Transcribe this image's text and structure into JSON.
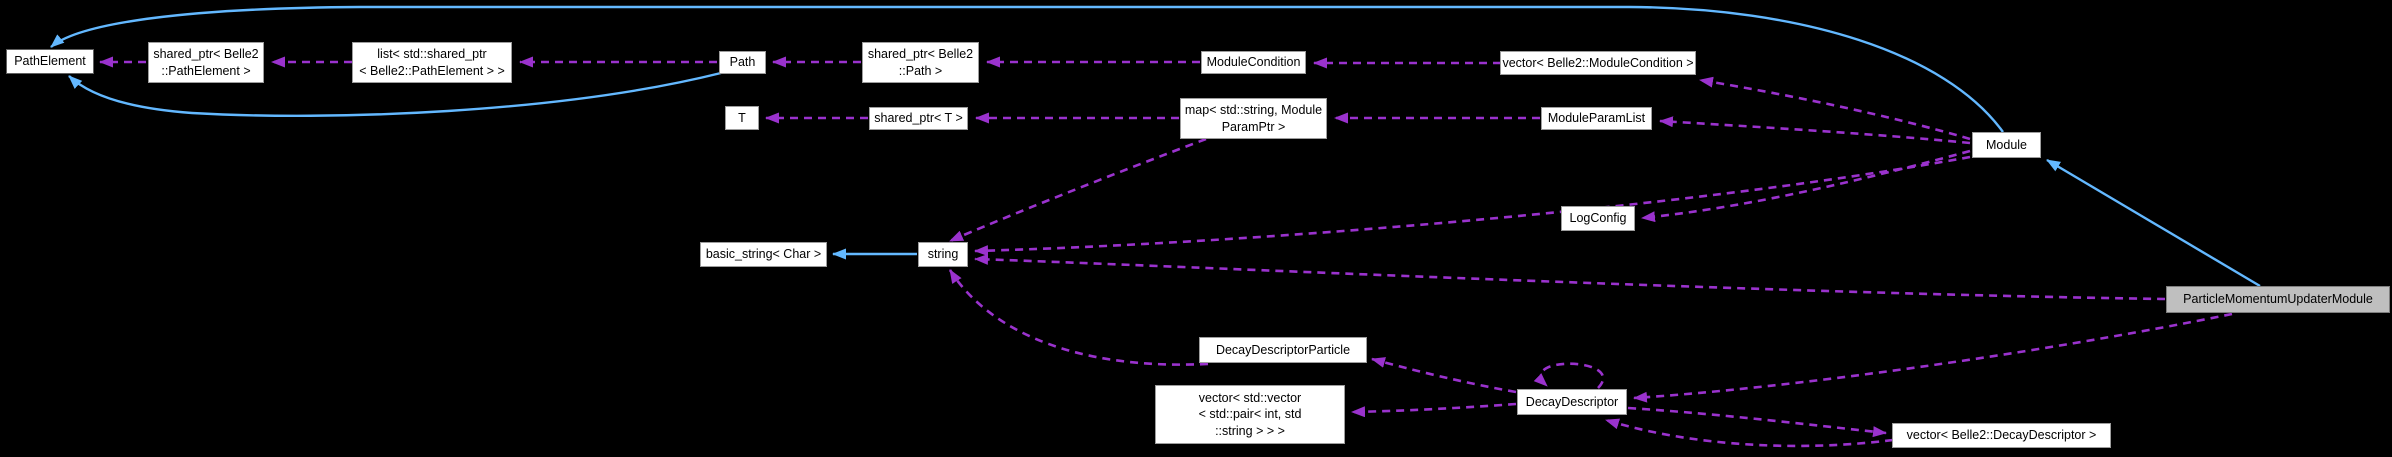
{
  "diagram": {
    "type": "doxygen-collaboration-graph",
    "highlighted_node": "ParticleMomentumUpdaterModule",
    "colors": {
      "background": "#000000",
      "inheritance_edge": "#63b8ff",
      "usage_edge": "#9a32cd",
      "node_fill": "#ffffff",
      "node_border": "#9d9d9d",
      "highlighted_node_fill": "#bfbfbf",
      "text": "#000000"
    },
    "nodes": {
      "pathelement": {
        "label": "PathElement"
      },
      "shared_ptr_pathelement": {
        "label": "shared_ptr< Belle2\n::PathElement >"
      },
      "list_shared_ptr_pathelement": {
        "label": "list< std::shared_ptr\n< Belle2::PathElement > >"
      },
      "path": {
        "label": "Path"
      },
      "shared_ptr_path": {
        "label": "shared_ptr< Belle2\n::Path >"
      },
      "module_condition": {
        "label": "ModuleCondition"
      },
      "vector_module_condition": {
        "label": "vector< Belle2::ModuleCondition >"
      },
      "t": {
        "label": "T"
      },
      "shared_ptr_t": {
        "label": "shared_ptr< T >"
      },
      "map_module_param_ptr": {
        "label": "map< std::string, Module\nParamPtr >"
      },
      "module_param_list": {
        "label": "ModuleParamList"
      },
      "module": {
        "label": "Module"
      },
      "log_config": {
        "label": "LogConfig"
      },
      "basic_string_char": {
        "label": "basic_string< Char >"
      },
      "string": {
        "label": "string"
      },
      "particle_momentum_updater_module": {
        "label": "ParticleMomentumUpdaterModule"
      },
      "decay_descriptor_particle": {
        "label": "DecayDescriptorParticle"
      },
      "vector_pair_int_string": {
        "label": "vector< std::vector\n< std::pair< int, std\n::string > > >"
      },
      "decay_descriptor": {
        "label": "DecayDescriptor"
      },
      "vector_decay_descriptor": {
        "label": "vector< Belle2::DecayDescriptor >"
      }
    },
    "edges": [
      {
        "from": "module",
        "to": "pathelement",
        "type": "inheritance"
      },
      {
        "from": "path",
        "to": "pathelement",
        "type": "inheritance"
      },
      {
        "from": "string",
        "to": "basic_string_char",
        "type": "inheritance"
      },
      {
        "from": "particle_momentum_updater_module",
        "to": "module",
        "type": "inheritance"
      },
      {
        "from": "shared_ptr_pathelement",
        "to": "pathelement",
        "type": "usage"
      },
      {
        "from": "list_shared_ptr_pathelement",
        "to": "shared_ptr_pathelement",
        "type": "usage"
      },
      {
        "from": "path",
        "to": "list_shared_ptr_pathelement",
        "type": "usage"
      },
      {
        "from": "shared_ptr_path",
        "to": "path",
        "type": "usage"
      },
      {
        "from": "module_condition",
        "to": "shared_ptr_path",
        "type": "usage"
      },
      {
        "from": "vector_module_condition",
        "to": "module_condition",
        "type": "usage"
      },
      {
        "from": "module",
        "to": "vector_module_condition",
        "type": "usage"
      },
      {
        "from": "shared_ptr_t",
        "to": "t",
        "type": "usage"
      },
      {
        "from": "map_module_param_ptr",
        "to": "shared_ptr_t",
        "type": "usage"
      },
      {
        "from": "module_param_list",
        "to": "map_module_param_ptr",
        "type": "usage"
      },
      {
        "from": "module",
        "to": "module_param_list",
        "type": "usage"
      },
      {
        "from": "module",
        "to": "log_config",
        "type": "usage"
      },
      {
        "from": "module",
        "to": "string",
        "type": "usage"
      },
      {
        "from": "map_module_param_ptr",
        "to": "string",
        "type": "usage"
      },
      {
        "from": "particle_momentum_updater_module",
        "to": "string",
        "type": "usage"
      },
      {
        "from": "decay_descriptor_particle",
        "to": "string",
        "type": "usage"
      },
      {
        "from": "particle_momentum_updater_module",
        "to": "decay_descriptor",
        "type": "usage"
      },
      {
        "from": "decay_descriptor",
        "to": "decay_descriptor_particle",
        "type": "usage"
      },
      {
        "from": "decay_descriptor",
        "to": "vector_pair_int_string",
        "type": "usage"
      },
      {
        "from": "decay_descriptor",
        "to": "decay_descriptor",
        "type": "usage"
      },
      {
        "from": "vector_decay_descriptor",
        "to": "decay_descriptor",
        "type": "usage"
      },
      {
        "from": "decay_descriptor",
        "to": "vector_decay_descriptor",
        "type": "usage"
      }
    ]
  }
}
